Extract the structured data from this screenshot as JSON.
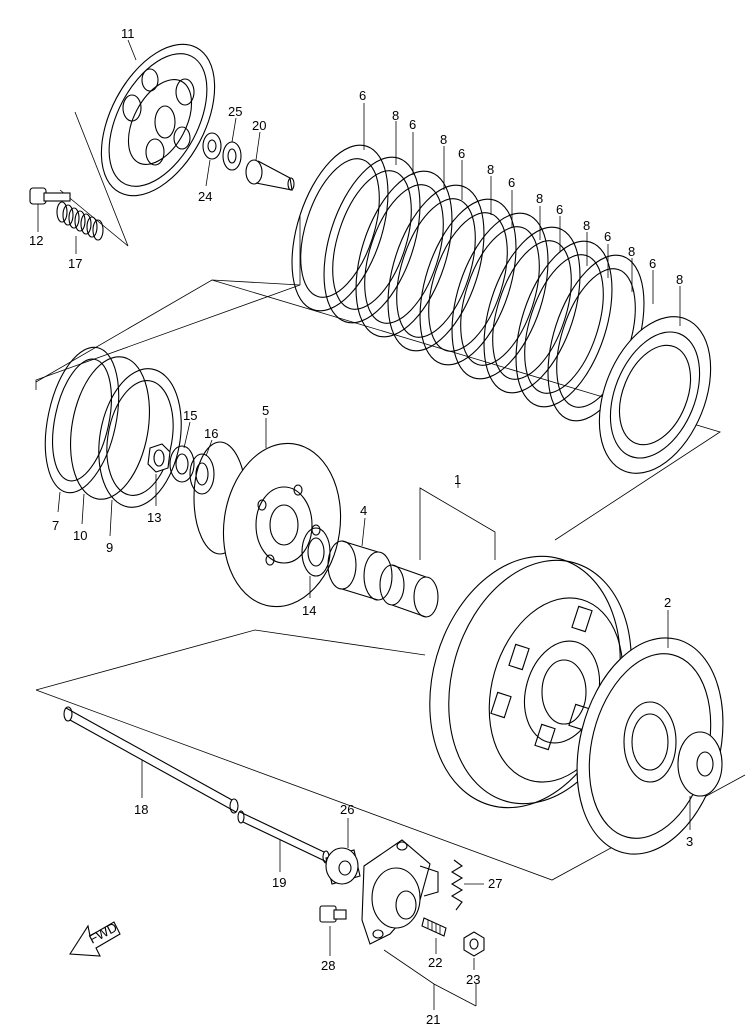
{
  "diagram": {
    "labels": [
      "1",
      "2",
      "3",
      "4",
      "5",
      "6",
      "7",
      "8",
      "9",
      "10",
      "11",
      "12",
      "13",
      "14",
      "15",
      "16",
      "17",
      "18",
      "19",
      "20",
      "21",
      "22",
      "23",
      "24",
      "25",
      "26",
      "27",
      "28"
    ],
    "fwd_label": "FWD"
  }
}
